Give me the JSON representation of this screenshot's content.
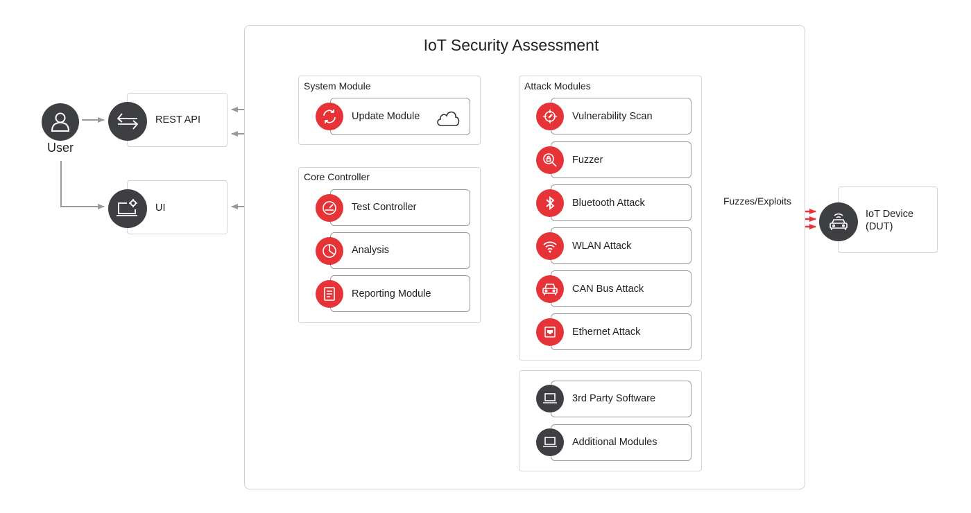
{
  "title": "IoT Security Assessment",
  "user": {
    "label": "User",
    "icon": "user-icon"
  },
  "rest_api": {
    "label": "REST API",
    "icon": "exchange-arrows-icon"
  },
  "ui": {
    "label": "UI",
    "icon": "laptop-gear-icon"
  },
  "system_module": {
    "title": "System Module",
    "items": [
      {
        "label": "Update Module",
        "icon": "refresh-icon"
      }
    ],
    "cloud_icon": "cloud-icon"
  },
  "core_controller": {
    "title": "Core Controller",
    "items": [
      {
        "label": "Test Controller",
        "icon": "gauge-icon"
      },
      {
        "label": "Analysis",
        "icon": "pie-chart-icon"
      },
      {
        "label": "Reporting Module",
        "icon": "document-icon"
      }
    ]
  },
  "attack_modules": {
    "title": "Attack Modules",
    "items": [
      {
        "label": "Vulnerability Scan",
        "icon": "crosshair-icon"
      },
      {
        "label": "Fuzzer",
        "icon": "magnifier-lock-icon"
      },
      {
        "label": "Bluetooth Attack",
        "icon": "bluetooth-icon"
      },
      {
        "label": "WLAN Attack",
        "icon": "wifi-icon"
      },
      {
        "label": "CAN Bus Attack",
        "icon": "car-icon"
      },
      {
        "label": "Ethernet Attack",
        "icon": "ethernet-port-icon"
      }
    ]
  },
  "external": {
    "items": [
      {
        "label": "3rd Party Software",
        "icon": "laptop-icon"
      },
      {
        "label": "Additional Modules",
        "icon": "laptop-icon"
      }
    ]
  },
  "connection_label": "Fuzzes/Exploits",
  "iot_device": {
    "label_line1": "IoT Device",
    "label_line2": "(DUT)",
    "icon": "connected-car-icon"
  },
  "colors": {
    "accent_red": "#e63338",
    "dark_icon": "#3d3f43",
    "connector_gray": "#9a9a9a",
    "attack_line_red": "#e63338"
  }
}
